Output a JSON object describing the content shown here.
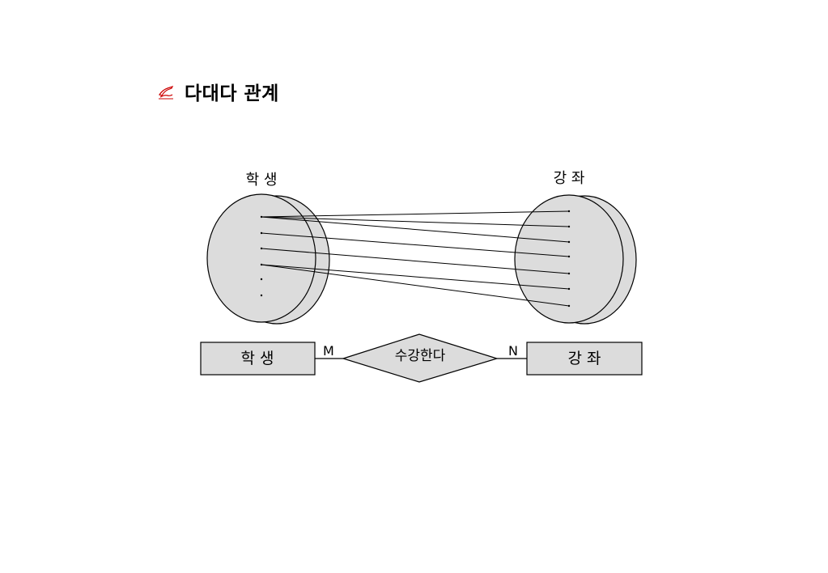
{
  "page": {
    "title": "다대다 관계",
    "title_icon": "writing-hand-icon"
  },
  "sets": {
    "left": {
      "label": "학 생",
      "member_count": 6
    },
    "right": {
      "label": "강 좌",
      "member_count": 7
    }
  },
  "links": [
    [
      0,
      0
    ],
    [
      0,
      1
    ],
    [
      0,
      2
    ],
    [
      1,
      3
    ],
    [
      2,
      4
    ],
    [
      3,
      5
    ],
    [
      3,
      6
    ]
  ],
  "er": {
    "entity_left": "학 생",
    "entity_right": "강 좌",
    "relationship": "수강한다",
    "card_left": "M",
    "card_right": "N"
  },
  "colors": {
    "fill": "#dcdcdc",
    "stroke": "#000000",
    "icon": "#cc0000"
  }
}
